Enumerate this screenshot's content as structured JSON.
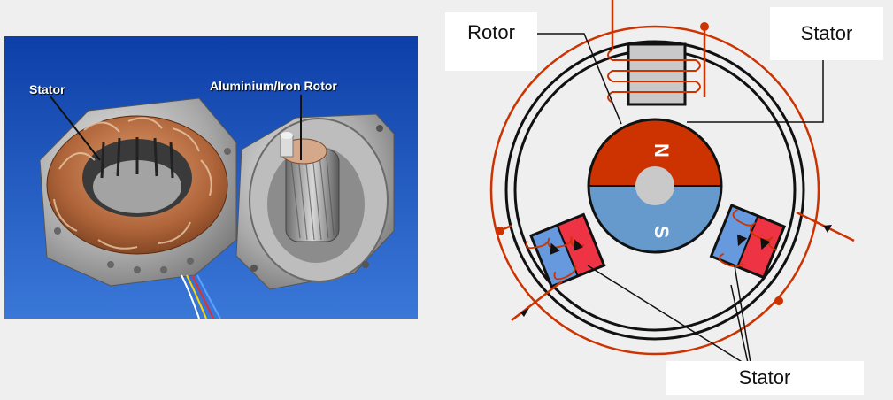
{
  "photo": {
    "label_stator": "Stator",
    "label_rotor": "Aluminium/Iron Rotor"
  },
  "diagram": {
    "label_rotor": "Rotor",
    "label_stator_top": "Stator",
    "label_stator_bottom": "Stator",
    "pole_north": "N",
    "pole_south": "S"
  },
  "colors": {
    "north": "#cc3300",
    "south": "#6699cc",
    "coil": "#cc3300",
    "stator_red": "#ee3344",
    "stator_blue": "#6699dd",
    "background": "#efefef",
    "photo_bg": "#1a4fb0"
  }
}
